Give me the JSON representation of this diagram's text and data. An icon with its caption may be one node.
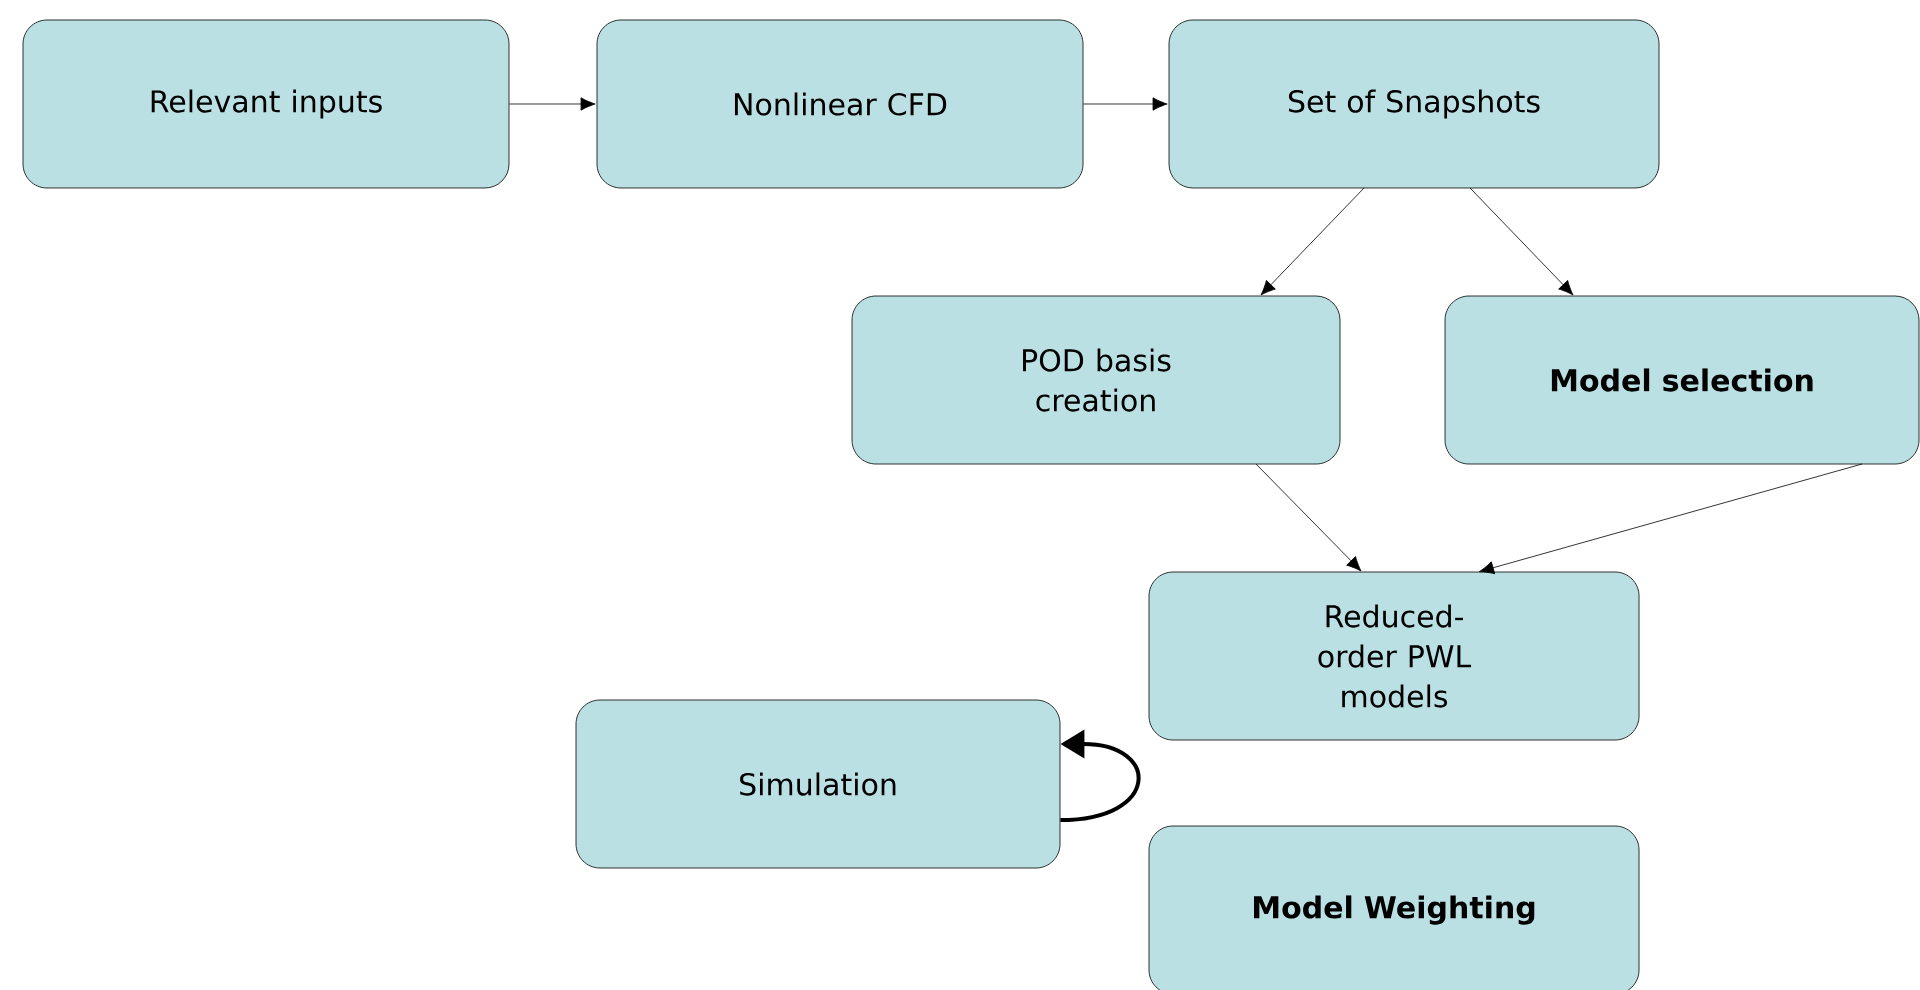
{
  "diagram": {
    "nodes": [
      {
        "text": [
          "Relevant inputs"
        ]
      },
      {
        "text": [
          "Nonlinear CFD"
        ]
      },
      {
        "text": [
          "Set of Snapshots"
        ]
      },
      {
        "text": [
          "POD basis creation"
        ]
      },
      {
        "text": [
          "Model selection"
        ]
      },
      {
        "text": [
          "Reduced-order PWL models"
        ]
      },
      {
        "text": [
          "Simulation"
        ]
      },
      {
        "text": [
          "Model Weighting"
        ]
      }
    ],
    "edges": [
      {
        "from": 0,
        "to": 1,
        "arrow": "to"
      },
      {
        "from": 1,
        "to": 2,
        "arrow": "to"
      },
      {
        "from": 2,
        "to": 3,
        "arrow": "to"
      },
      {
        "from": 2,
        "to": 4,
        "arrow": "to"
      },
      {
        "from": 3,
        "to": 5,
        "arrow": "to"
      },
      {
        "from": 4,
        "to": 5,
        "arrow": "to"
      },
      {
        "from": 6,
        "to": 6,
        "arrow": "to",
        "style": "thick"
      }
    ]
  }
}
